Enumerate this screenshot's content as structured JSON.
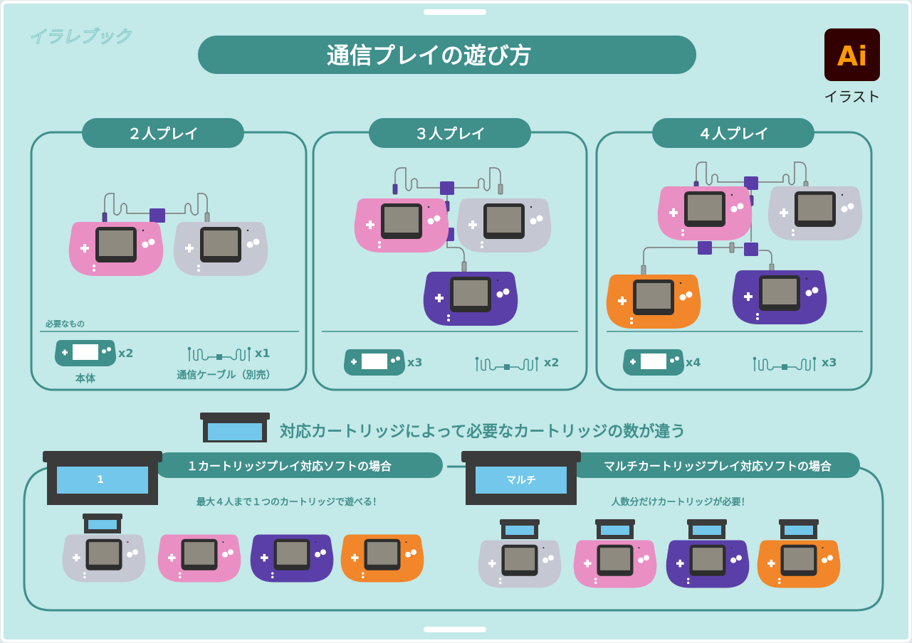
{
  "brand": "イラレブック",
  "title": "通信プレイの遊び方",
  "badge": {
    "logo": "Ai",
    "label": "イラスト"
  },
  "colors": {
    "background": "#c3e9e8",
    "teal": "#3f8f8b",
    "pink": "#ea8fc3",
    "silver": "#c5c7d3",
    "purple": "#5b3fa8",
    "orange": "#f2862a",
    "cable_hub": "#5a3ea8",
    "cartridge_label": "#72c7ea",
    "cartridge_body": "#3b3b3b",
    "screen": "#8e8a80"
  },
  "panels": [
    {
      "label": "２人プレイ",
      "requirements_title": "必要なもの",
      "console_count": "x2",
      "console_label": "本体",
      "cable_count": "x1",
      "cable_label": "通信ケーブル（別売）"
    },
    {
      "label": "３人プレイ",
      "console_count": "x3",
      "cable_count": "x2"
    },
    {
      "label": "４人プレイ",
      "console_count": "x4",
      "cable_count": "x3"
    }
  ],
  "cartridge_heading": "対応カートリッジによって必要なカートリッジの数が違う",
  "single_mode": {
    "cartridge_label": "1",
    "title": "１カートリッジプレイ対応ソフトの場合",
    "description": "最大４人まで１つのカートリッジで遊べる！"
  },
  "multi_mode": {
    "cartridge_label": "マルチ",
    "title": "マルチカートリッジプレイ対応ソフトの場合",
    "description": "人数分だけカートリッジが必要！"
  }
}
